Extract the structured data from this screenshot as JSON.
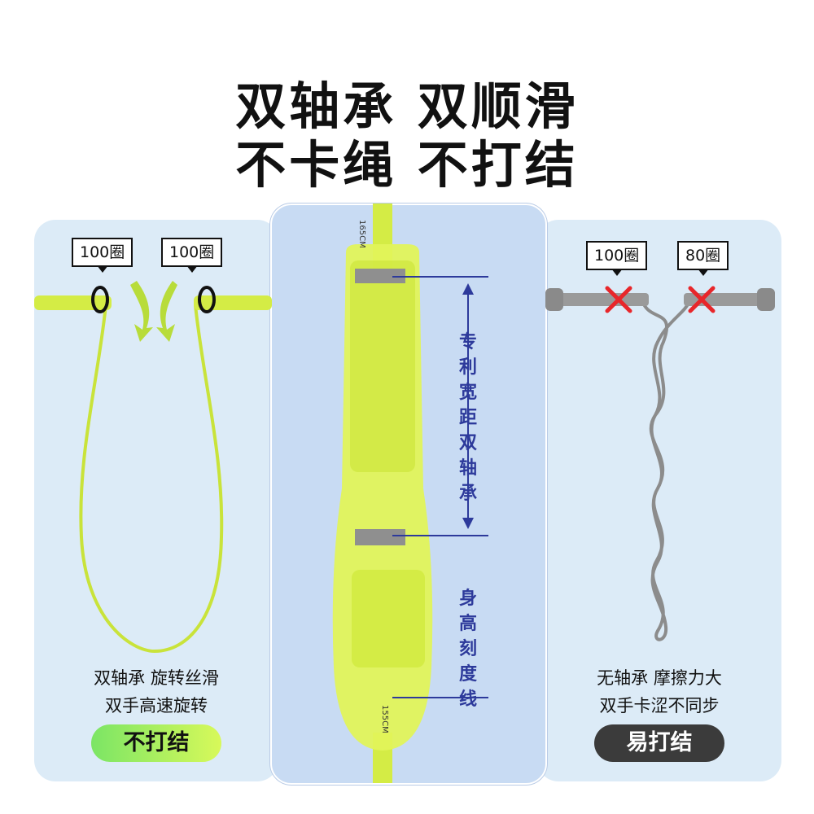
{
  "headline": {
    "line1": "双轴承 双顺滑",
    "line2": "不卡绳 不打结"
  },
  "left_panel": {
    "left_count": "100圈",
    "right_count": "100圈",
    "caption_line1": "双轴承 旋转丝滑",
    "caption_line2": "双手高速旋转",
    "badge": "不打结"
  },
  "center_panel": {
    "upper_label": "专利宽距双轴承",
    "lower_label": "身高刻度线",
    "top_scale": "165CM",
    "bottom_scale": "155CM"
  },
  "right_panel": {
    "left_count": "100圈",
    "right_count": "80圈",
    "caption_line1": "无轴承 摩擦力大",
    "caption_line2": "双手卡涩不同步",
    "badge": "易打结"
  },
  "colors": {
    "accent": "#d9f04a",
    "rope": "#c9e33a",
    "label_blue": "#2d3a9b",
    "cross": "#e8262a",
    "dark_badge": "#3b3b3b"
  }
}
